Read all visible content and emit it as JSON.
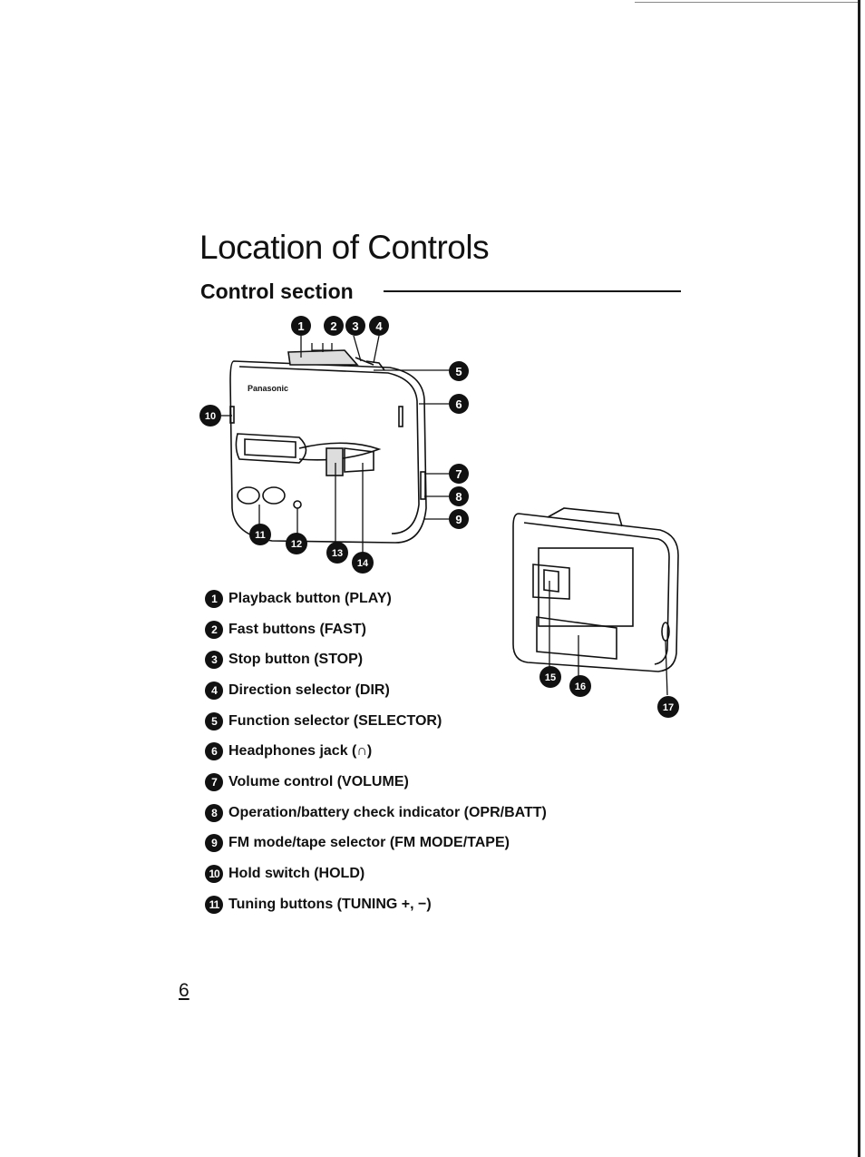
{
  "page": {
    "title": "Location of Controls",
    "section_title": "Control section",
    "page_number": "6"
  },
  "figure": {
    "brand_label": "Panasonic",
    "callouts": [
      "1",
      "2",
      "3",
      "4",
      "5",
      "6",
      "7",
      "8",
      "9",
      "10",
      "11",
      "12",
      "13",
      "14",
      "15",
      "16",
      "17"
    ]
  },
  "legend": [
    {
      "num": "1",
      "text": "Playback button (PLAY)"
    },
    {
      "num": "2",
      "text": "Fast buttons (FAST)"
    },
    {
      "num": "3",
      "text": "Stop button (STOP)"
    },
    {
      "num": "4",
      "text": "Direction selector (DIR)"
    },
    {
      "num": "5",
      "text": "Function selector (SELECTOR)"
    },
    {
      "num": "6",
      "text": "Headphones jack (∩)"
    },
    {
      "num": "7",
      "text": "Volume control (VOLUME)"
    },
    {
      "num": "8",
      "text": "Operation/battery check indicator (OPR/BATT)"
    },
    {
      "num": "9",
      "text": "FM mode/tape selector (FM MODE/TAPE)"
    },
    {
      "num": "10",
      "text": "Hold switch (HOLD)"
    },
    {
      "num": "11",
      "text": "Tuning buttons (TUNING +, −)"
    }
  ]
}
